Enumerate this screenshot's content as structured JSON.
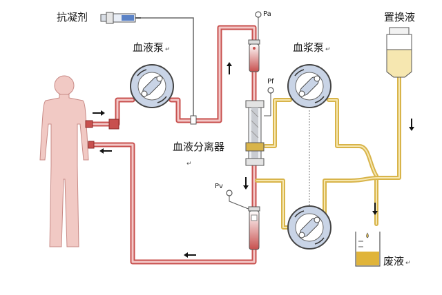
{
  "labels": {
    "anticoagulant": "抗凝剂",
    "blood_pump": "血液泵",
    "plasma_pump": "血浆泵",
    "replacement_fluid": "置换液",
    "separator": "血液分离器",
    "waste": "废液",
    "pa": "Pa",
    "pf": "Pf",
    "pv": "Pv",
    "edit_mark": "↵"
  },
  "colors": {
    "blood": "#c8504e",
    "blood_light": "#f3c9c8",
    "plasma": "#d8b44a",
    "plasma_light": "#f6e7b0",
    "pump": "#c9d4e6",
    "body": "#f1c9c4",
    "line": "#555555"
  }
}
